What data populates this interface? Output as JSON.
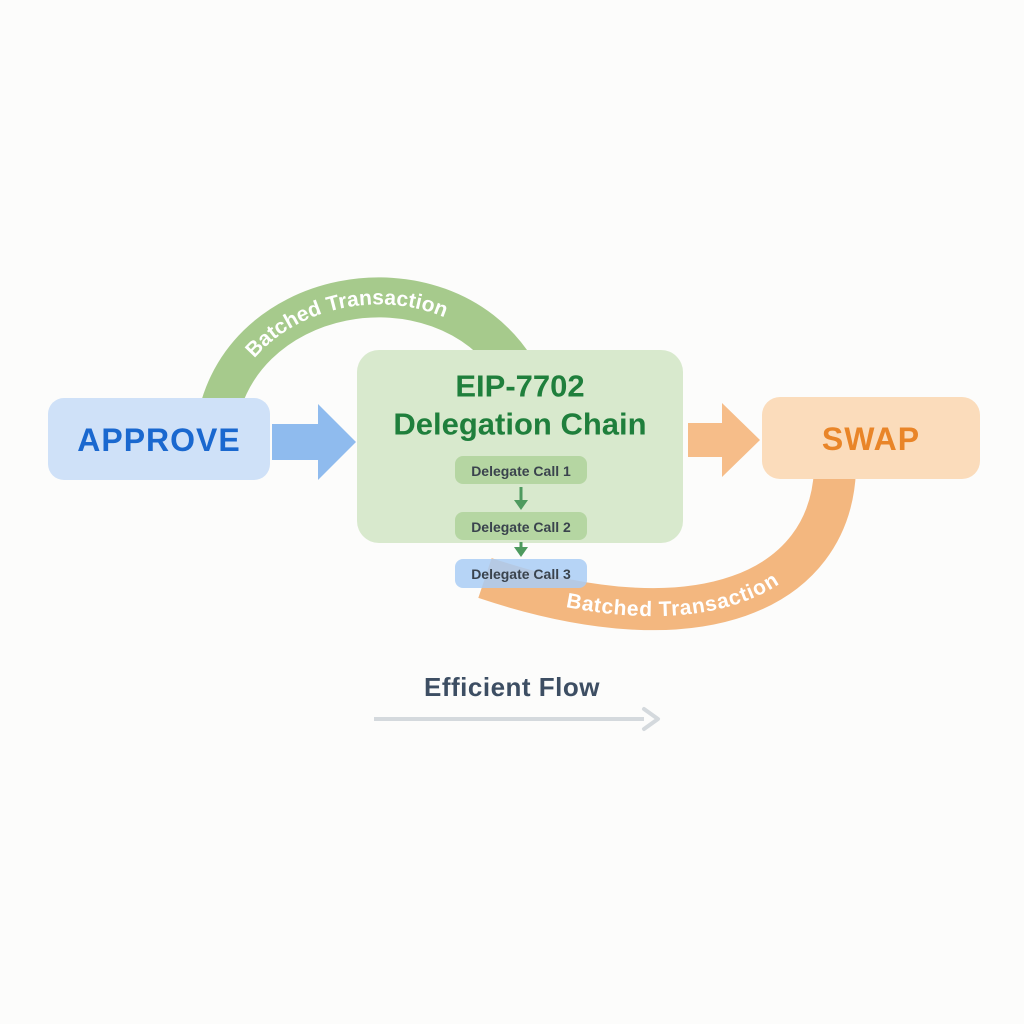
{
  "colors": {
    "background": "#fcfcfb",
    "approve_box_fill": "#cfe1f8",
    "approve_text": "#1a68cf",
    "blue_arrow": "#8fbbee",
    "green_box_fill": "#d8e9cd",
    "green_title_text": "#1f7f3c",
    "green_pill_fill": "#b5d6a2",
    "pill_text": "#3a434d",
    "green_arc": "#a6ca8c",
    "green_down_arrow": "#4e9a5e",
    "blue_pill_fill": "#a9cdf4",
    "orange_arrow": "#f6bd89",
    "swap_box_fill": "#fbdcbb",
    "swap_text": "#e98528",
    "orange_arc": "#f3b77f",
    "arc_label_text": "#ffffff",
    "caption_text": "#3d4e63",
    "caption_arrow": "#d4d9dd"
  },
  "diagram": {
    "nodes": {
      "approve": {
        "label": "APPROVE"
      },
      "delegation_chain": {
        "title_line1": "EIP-7702",
        "title_line2": "Delegation Chain",
        "calls": [
          "Delegate Call 1",
          "Delegate Call 2",
          "Delegate Call 3"
        ]
      },
      "swap": {
        "label": "SWAP"
      }
    },
    "edges": {
      "top_arc_label": "Batched Transaction",
      "bottom_arc_label": "Batched Transaction"
    },
    "caption": "Efficient Flow"
  }
}
